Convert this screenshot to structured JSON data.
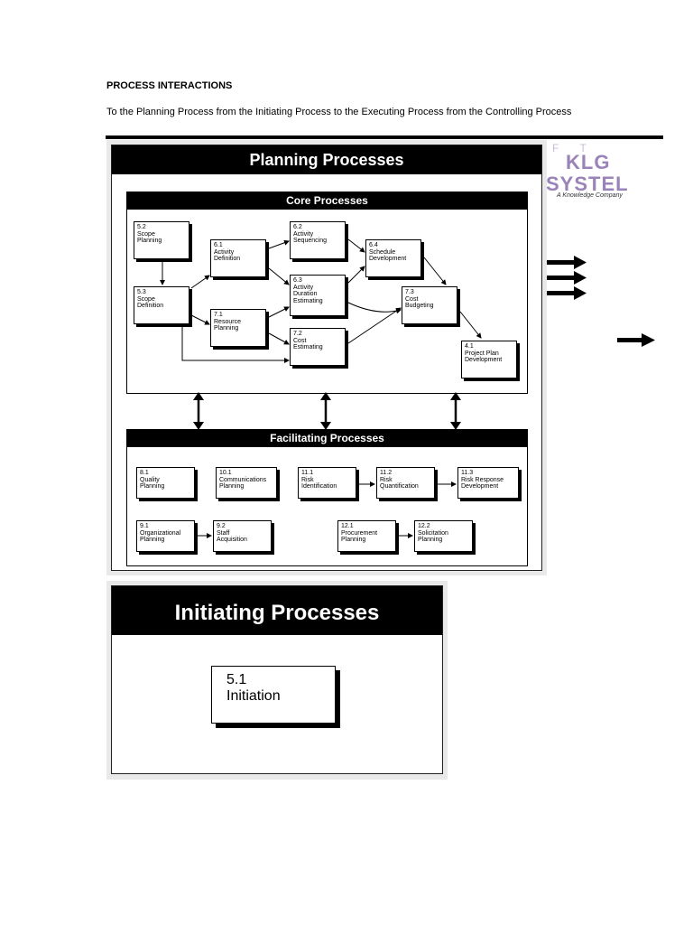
{
  "document": {
    "heading": "PROCESS INTERACTIONS",
    "intro": "To the Planning Process from the Initiating Process to the Executing Process from the Controlling Process"
  },
  "logo": {
    "top": "F T",
    "line1": "KLG",
    "line2": "SYSTEL",
    "tagline": "A Knowledge Company"
  },
  "planning": {
    "title": "Planning Processes",
    "core_title": "Core Processes",
    "facilitating_title": "Facilitating Processes",
    "core": [
      {
        "id": "c52",
        "text": "5.2\nScope\nPlanning"
      },
      {
        "id": "c53",
        "text": "5.3\nScope\nDefinition"
      },
      {
        "id": "c61",
        "text": "6.1\nActivity\nDefinition"
      },
      {
        "id": "c71",
        "text": "7.1\nResource\nPlanning"
      },
      {
        "id": "c62",
        "text": "6.2\nActivity\nSequencing"
      },
      {
        "id": "c63",
        "text": "6.3\nActivity\nDuration\nEstimating"
      },
      {
        "id": "c72",
        "text": "7.2\nCost\nEstimating"
      },
      {
        "id": "c64",
        "text": "6.4\nSchedule\nDevelopment"
      },
      {
        "id": "c73",
        "text": "7.3\nCost\nBudgeting"
      },
      {
        "id": "c41",
        "text": "4.1\nProject Plan\nDevelopment"
      }
    ],
    "facilitating": [
      {
        "id": "f81",
        "text": "8.1\nQuality\nPlanning"
      },
      {
        "id": "f101",
        "text": "10.1\nCommunications\nPlanning"
      },
      {
        "id": "f111",
        "text": "11.1\nRisk\nIdentification"
      },
      {
        "id": "f112",
        "text": "11.2\nRisk\nQuantification"
      },
      {
        "id": "f113",
        "text": "11.3\nRisk Response\nDevelopment"
      },
      {
        "id": "f91",
        "text": "9.1\nOrganizational\nPlanning"
      },
      {
        "id": "f92",
        "text": "9.2\nStaff\nAcquisition"
      },
      {
        "id": "f121",
        "text": "12.1\nProcurement\nPlanning"
      },
      {
        "id": "f122",
        "text": "12.2\nSolicitation\nPlanning"
      }
    ]
  },
  "initiating": {
    "title": "Initiating Processes",
    "box_number": "5.1",
    "box_label": "Initiation"
  }
}
